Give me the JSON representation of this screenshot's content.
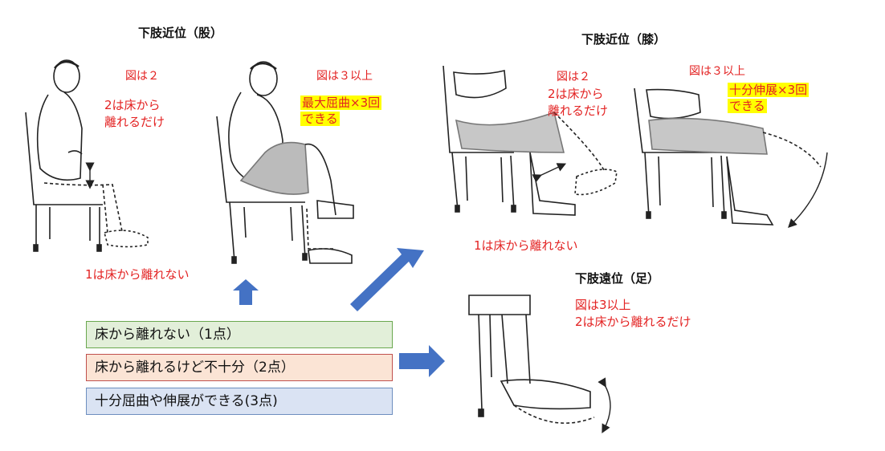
{
  "hip": {
    "title": "下肢近位（股）",
    "fig2_caption": "図は２",
    "fig2_note_line1": "2は床から",
    "fig2_note_line2": "離れるだけ",
    "fig3_caption": "図は３以上",
    "fig3_highlight_line1": "最大屈曲×3回",
    "fig3_highlight_line2": "できる",
    "score1_note": "1は床から離れない"
  },
  "knee": {
    "title": "下肢近位（膝）",
    "fig2_caption": "図は２",
    "fig2_note_line1": "2は床から",
    "fig2_note_line2": "離れるだけ",
    "fig3_caption": "図は３以上",
    "fig3_highlight_line1": "十分伸展×3回",
    "fig3_highlight_line2": "できる",
    "score1_note": "1は床から離れない"
  },
  "foot": {
    "title": "下肢遠位（足）",
    "note_line1": "図は3以上",
    "note_line2": "2は床から離れるだけ"
  },
  "scoring": [
    {
      "label": "床から離れない（1点）"
    },
    {
      "label": "床から離れるけど不十分（2点）"
    },
    {
      "label": "十分屈曲や伸展ができる(3点)"
    }
  ],
  "colors": {
    "note_red": "#e32222",
    "highlight": "#ffff00",
    "arrow_blue": "#4472c4",
    "box1_fill": "#e2efd9",
    "box2_fill": "#fbe4d5",
    "box3_fill": "#dae3f3"
  }
}
